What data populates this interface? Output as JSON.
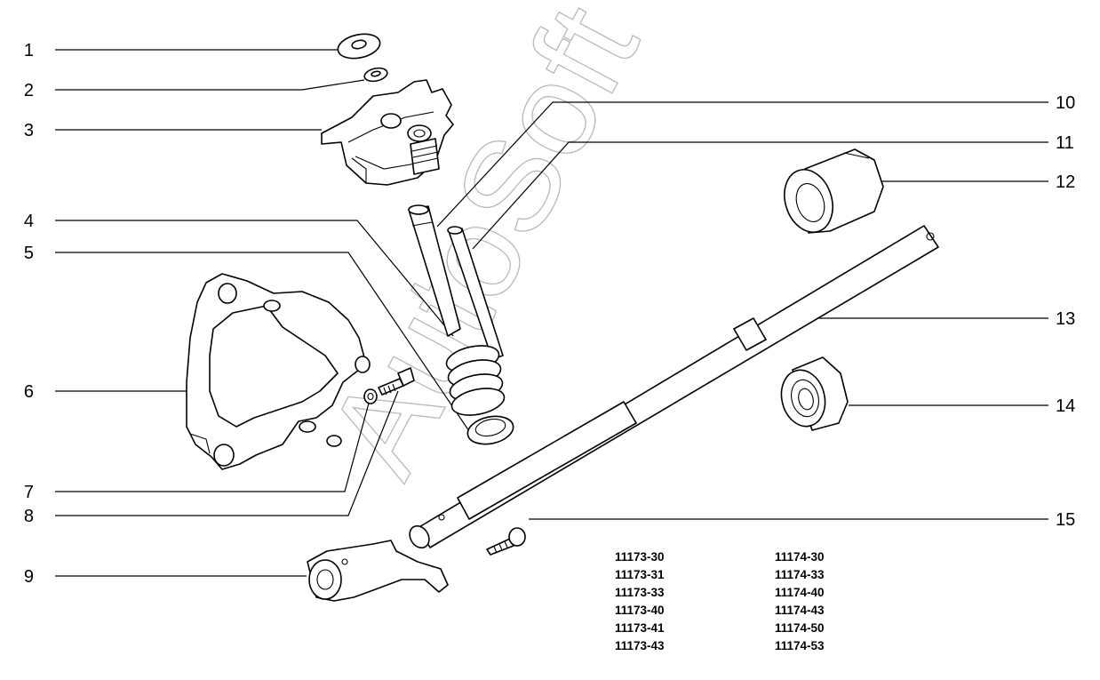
{
  "watermark": "AutoSoft",
  "callouts": [
    "1",
    "2",
    "3",
    "4",
    "5",
    "6",
    "7",
    "8",
    "9",
    "10",
    "11",
    "12",
    "13",
    "14",
    "15"
  ],
  "codes_left": [
    "11173-30",
    "11173-31",
    "11173-33",
    "11173-40",
    "11173-41",
    "11173-43"
  ],
  "codes_right": [
    "11174-30",
    "11174-33",
    "11174-40",
    "11174-43",
    "11174-50",
    "11174-53"
  ]
}
